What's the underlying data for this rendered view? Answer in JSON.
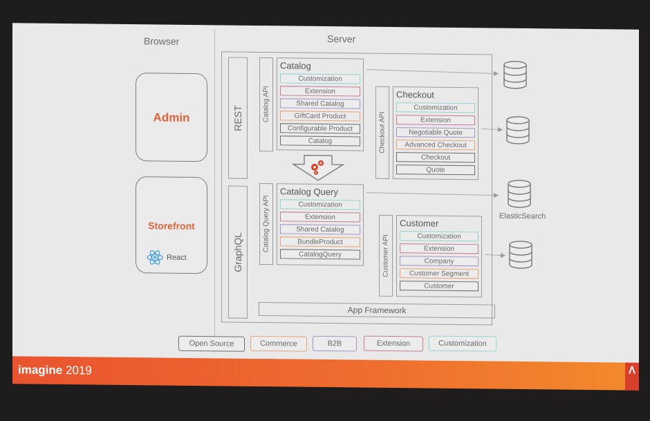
{
  "headings": {
    "browser": "Browser",
    "server": "Server"
  },
  "browser": {
    "admin": "Admin",
    "storefront": "Storefront",
    "react": "React"
  },
  "apis": {
    "rest": "REST",
    "graphql": "GraphQL"
  },
  "modules": {
    "catalog": {
      "title": "Catalog",
      "api": "Catalog API",
      "layers": [
        "Customization",
        "Extension",
        "Shared Catalog",
        "GiftCard Product",
        "Configurable Product",
        "Catalog"
      ]
    },
    "checkout": {
      "title": "Checkout",
      "api": "Checkout API",
      "layers": [
        "Customization",
        "Extension",
        "Negotiable Quote",
        "Advanced Checkout",
        "Checkout",
        "Quote"
      ]
    },
    "catalog_query": {
      "title": "Catalog Query",
      "api": "Catalog Query API",
      "layers": [
        "Customization",
        "Extension",
        "Shared Catalog",
        "BundleProduct",
        "CatalogQuery"
      ]
    },
    "customer": {
      "title": "Customer",
      "api": "Customer API",
      "layers": [
        "Customization",
        "Extension",
        "Company",
        "Customer Segment",
        "Customer"
      ]
    }
  },
  "app_framework": "App Framework",
  "elasticsearch": "ElasticSearch",
  "legend": [
    "Open Source",
    "Commerce",
    "B2B",
    "Extension",
    "Customization"
  ],
  "footer": {
    "brand": "imagine",
    "year": "2019"
  },
  "colors": {
    "customization": "#8fd6cf",
    "extension": "#c67a91",
    "b2b": "#a593c7",
    "commerce": "#e9a371",
    "open_source": "#6c6c6c",
    "accent": "#e0633a"
  },
  "icons": [
    "gears-icon",
    "react-icon",
    "database-icon",
    "adobe-logo-icon"
  ]
}
